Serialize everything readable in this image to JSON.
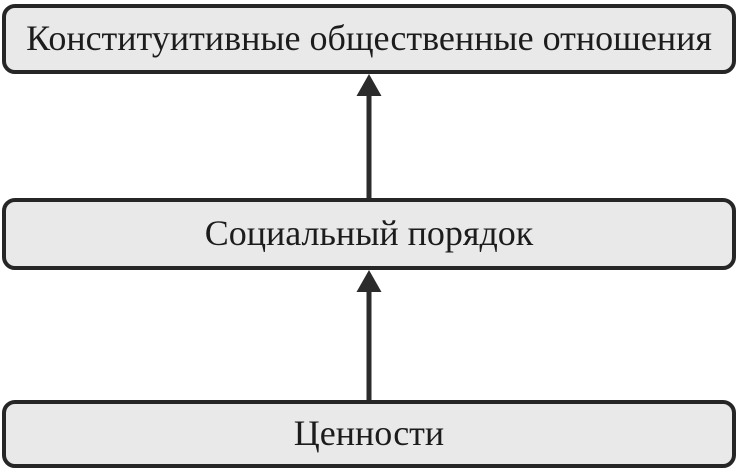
{
  "diagram": {
    "title": "Values to constitutive social relations hierarchy",
    "nodes": [
      {
        "id": "constitutive-relations",
        "label": "Конституитивные общественные отношения",
        "level": 1
      },
      {
        "id": "social-order",
        "label": "Социальный порядок",
        "level": 2
      },
      {
        "id": "values",
        "label": "Ценности",
        "level": 3
      }
    ],
    "edges": [
      {
        "from": "values",
        "to": "social-order",
        "direction": "up",
        "style": "solid-arrow"
      },
      {
        "from": "social-order",
        "to": "constitutive-relations",
        "direction": "up",
        "style": "solid-arrow"
      }
    ],
    "colors": {
      "background": "#ffffff",
      "box_fill": "#e9e9e9",
      "box_border": "#262626",
      "text": "#1c1c1c",
      "arrow": "#2b2b2b"
    }
  }
}
